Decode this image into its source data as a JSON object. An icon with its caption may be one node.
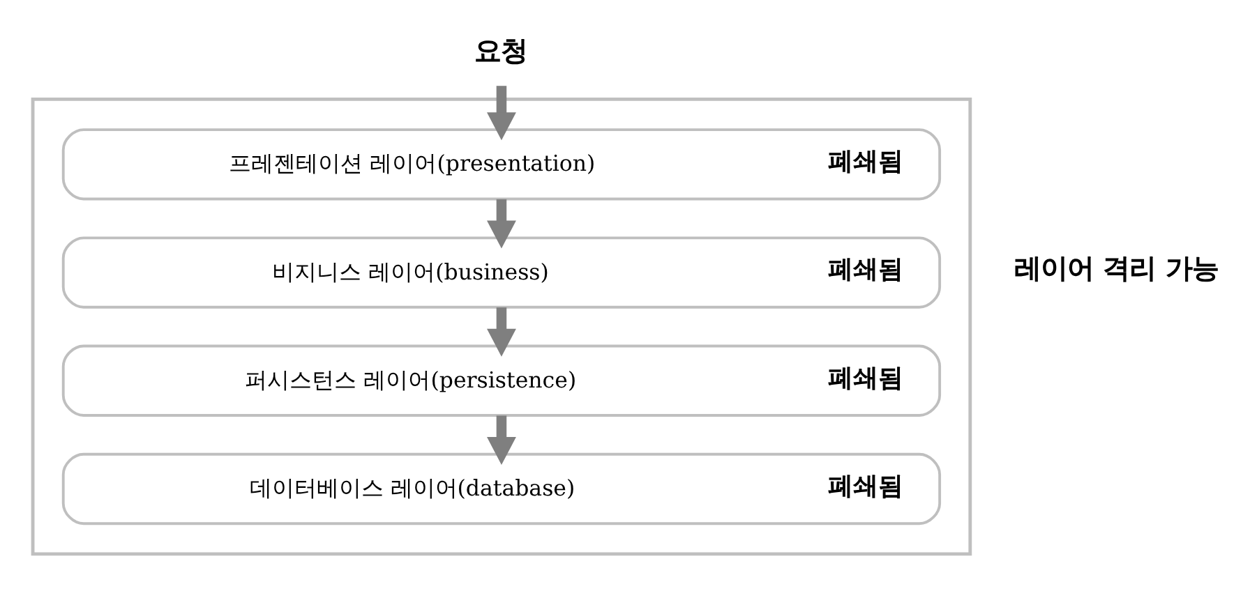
{
  "diagram": {
    "nodes": [
      {
        "text": [],
        "shape": "box",
        "beside": [
          "레이어 격리 가능"
        ]
      },
      {
        "text": [
          "요청"
        ]
      },
      {
        "text": [
          "프레젠테이션 레이어(presentation)",
          "폐쇄됨"
        ],
        "in": 0
      },
      {
        "text": [
          "비지니스 레이어(business)",
          "폐쇄됨"
        ],
        "in": 0
      },
      {
        "text": [
          "퍼시스턴스 레이어(persistence)",
          "폐쇄됨"
        ],
        "in": 0
      },
      {
        "text": [
          "데이터베이스 레이어(database)",
          "폐쇄됨"
        ],
        "in": 0
      }
    ],
    "edges": [
      {
        "from": 1,
        "to": 2,
        "arrow": "to"
      },
      {
        "from": 2,
        "to": 3,
        "arrow": "to"
      },
      {
        "from": 3,
        "to": 4,
        "arrow": "to"
      },
      {
        "from": 4,
        "to": 5,
        "arrow": "to"
      }
    ]
  }
}
